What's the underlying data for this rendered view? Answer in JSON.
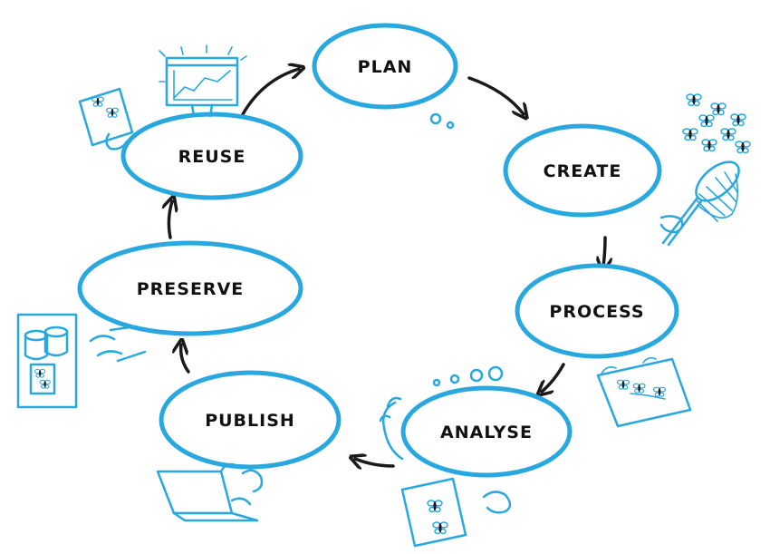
{
  "stages": [
    {
      "id": "plan",
      "label": "PLAN"
    },
    {
      "id": "create",
      "label": "CREATE"
    },
    {
      "id": "process",
      "label": "PROCESS"
    },
    {
      "id": "analyse",
      "label": "ANALYSE"
    },
    {
      "id": "publish",
      "label": "PUBLISH"
    },
    {
      "id": "preserve",
      "label": "PRESERVE"
    },
    {
      "id": "reuse",
      "label": "REUSE"
    }
  ],
  "colors": {
    "ellipse_stroke": "#29a8e0",
    "arrow": "#1a1a1a",
    "label": "#111111"
  },
  "icons": [
    "thought-bubble-icon",
    "butterfly-net-icon",
    "butterflies-icon",
    "data-sheet-icon",
    "laptop-icon",
    "database-storage-icon",
    "chart-screen-icon"
  ]
}
